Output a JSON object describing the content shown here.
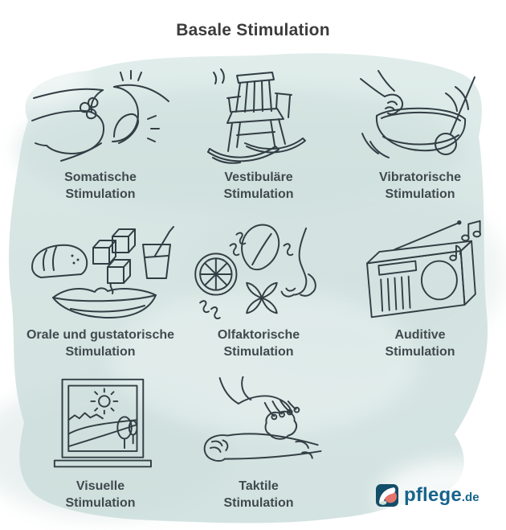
{
  "title": "Basale Stimulation",
  "items": [
    {
      "id": "somatische",
      "line1": "Somatische",
      "line2": "Stimulation",
      "icon": "massaging-hands-icon"
    },
    {
      "id": "vestibulaere",
      "line1": "Vestibuläre",
      "line2": "Stimulation",
      "icon": "rocking-chair-icon"
    },
    {
      "id": "vibratorische",
      "line1": "Vibratorische",
      "line2": "Stimulation",
      "icon": "singing-bowl-icon"
    },
    {
      "id": "orale",
      "line1": "Orale und gustatorische",
      "line2": "Stimulation",
      "icon": "food-and-mouth-icon"
    },
    {
      "id": "olfaktorische",
      "line1": "Olfaktorische",
      "line2": "Stimulation",
      "icon": "nose-and-scents-icon"
    },
    {
      "id": "auditive",
      "line1": "Auditive",
      "line2": "Stimulation",
      "icon": "radio-music-notes-icon"
    },
    {
      "id": "visuelle",
      "line1": "Visuelle",
      "line2": "Stimulation",
      "icon": "window-view-icon"
    },
    {
      "id": "taktile",
      "line1": "Taktile",
      "line2": "Stimulation",
      "icon": "sponge-massage-icon"
    }
  ],
  "logo": {
    "name": "pflege",
    "tld": ".de"
  },
  "colors": {
    "background_wash": "#d7e5e3",
    "background_wash_dark": "#c7dbd8",
    "line_art": "#333d44",
    "title_text": "#3c3c3c",
    "label_text": "#414a4f",
    "logo_blue": "#17648c",
    "logo_navy": "#144d68",
    "logo_coral": "#e4756c",
    "logo_mint": "#cfe2d5"
  }
}
